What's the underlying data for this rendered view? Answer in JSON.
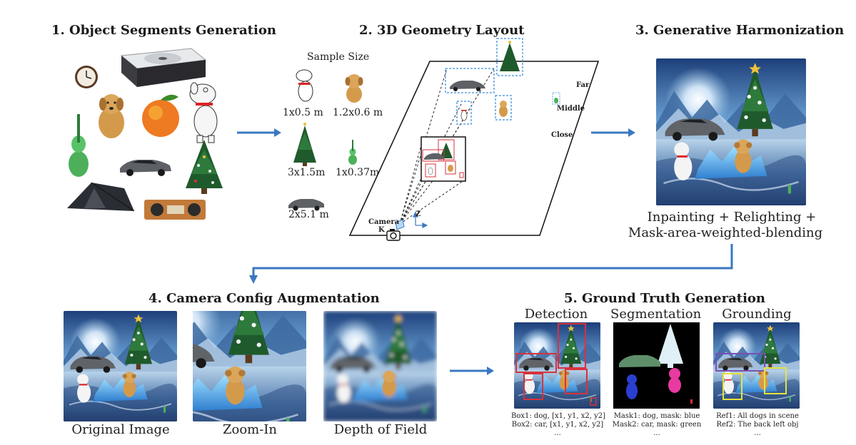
{
  "sections": {
    "s1": "1. Object Segments Generation",
    "s2": "2. 3D Geometry Layout",
    "s3": "3. Generative Harmonization",
    "s4": "4. Camera Config Augmentation",
    "s5": "5. Ground Truth Generation"
  },
  "layout": {
    "sample_size": "Sample Size",
    "sizes": [
      "1x0.5 m",
      "1.2x0.6 m",
      "3x1.5m",
      "1x0.37m",
      "2x5.1 m"
    ],
    "far": "Far",
    "middle": "Middle",
    "close": "Close",
    "camera": "Camera",
    "camera_k": "K",
    "axis_z": "Z"
  },
  "harmonization": {
    "line1": "Inpainting + Relighting +",
    "line2": "Mask-area-weighted-blending"
  },
  "augmentation": {
    "captions": [
      "Original Image",
      "Zoom-In",
      "Depth of Field"
    ]
  },
  "ground_truth": {
    "headers": [
      "Detection",
      "Segmentation",
      "Grounding"
    ],
    "detection_lines": [
      "Box1: dog, [x1, y1, x2, y2]",
      "Box2: car, [x1, y1, x2, y2]",
      "..."
    ],
    "segmentation_lines": [
      "Mask1: dog, mask: blue",
      "Mask2: car, mask: green",
      "..."
    ],
    "grounding_lines": [
      "Ref1: All dogs in scene",
      "Ref2: The back left obj",
      "..."
    ]
  },
  "colors": {
    "arrow": "#3a78c2",
    "box_red": "#d8323c",
    "box_blue_dash": "#5aa0e0",
    "box_purple": "#7a4fb5",
    "box_yellow": "#e8e23a",
    "mask_blue": "#2a3fd0",
    "mask_green": "#5f8f6a",
    "mask_pink": "#e83aa0"
  },
  "icons": [
    "clock-icon",
    "turntable-icon",
    "dog-icon",
    "peach-icon",
    "cartoon-dog-icon",
    "cello-icon",
    "car-icon",
    "christmas-tree-icon",
    "tent-icon",
    "radio-icon",
    "camera-icon"
  ]
}
